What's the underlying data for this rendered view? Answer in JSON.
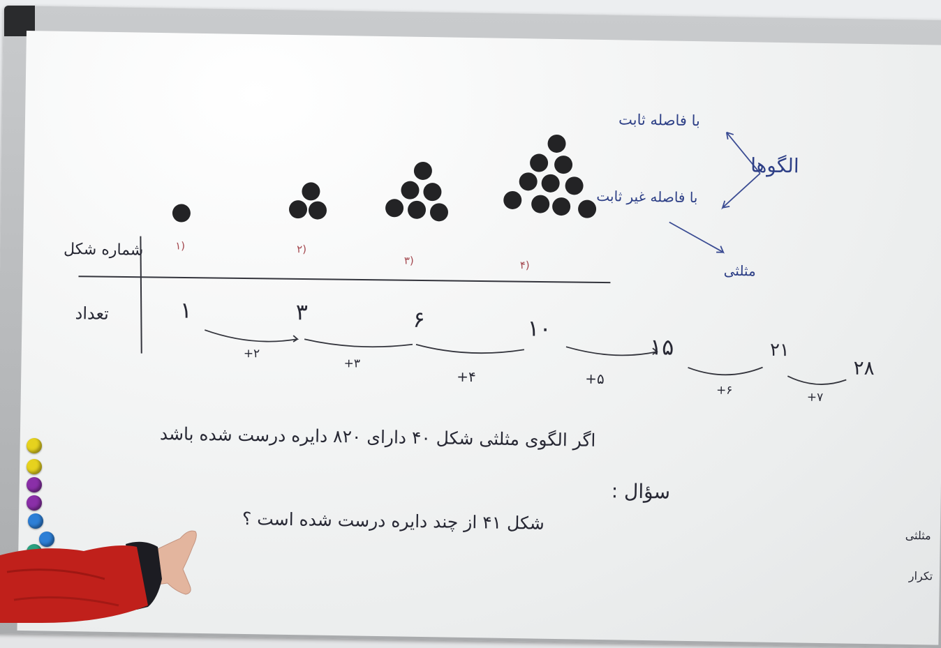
{
  "title_patterns": "الگوها",
  "branch_fixed": "با فاصله ثابت",
  "branch_variable": "با فاصله غیر ثابت",
  "branch_triangular": "مثلثی",
  "table": {
    "header_shape_number": "شماره شکل",
    "header_count": "تعداد",
    "shape_labels": [
      "(۱",
      "(۲",
      "(۳",
      "(۴"
    ],
    "counts": [
      "۱",
      "۳",
      "۶",
      "۱۰"
    ]
  },
  "sequence_more": [
    "۱۵",
    "۲۱",
    "۲۸"
  ],
  "differences": [
    "+۲",
    "+۳",
    "+۴",
    "+۵",
    "+۶",
    "+۷"
  ],
  "question": {
    "label": "سؤال :",
    "line1": "اگر الگوی مثلثی شکل ۴۰ دارای ۸۲۰ دایره درست شده باشد",
    "line2": "شکل ۴۱ از چند دایره درست شده است ؟"
  },
  "edge_fragments": [
    "مثلثی",
    "تکرار"
  ],
  "colors": {
    "ink_blue": "#2d3f86",
    "ink_dark": "#272834",
    "ink_red": "#a4484f",
    "dot": "#232325",
    "sleeve": "#c0201b"
  },
  "magnet_colors": [
    "#e6d21e",
    "#e6d21e",
    "#8a2fa8",
    "#8a2fa8",
    "#2d7fd6",
    "#2d7fd6",
    "#2aa07f"
  ]
}
